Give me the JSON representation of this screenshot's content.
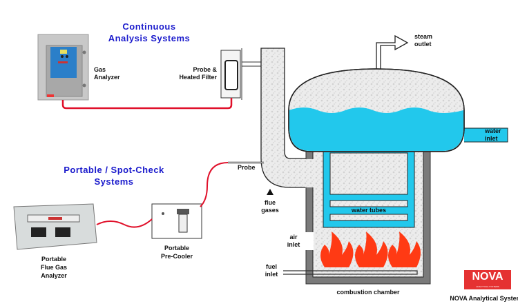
{
  "titles": {
    "continuous": [
      "Continuous",
      "Analysis Systems"
    ],
    "portable": [
      "Portable / Spot-Check",
      "Systems"
    ]
  },
  "labels": {
    "gas_analyzer": [
      "Gas",
      "Analyzer"
    ],
    "probe_filter": [
      "Probe &",
      "Heated Filter"
    ],
    "probe": "Probe",
    "flue_gases": [
      "flue",
      "gases"
    ],
    "steam_outlet": [
      "steam",
      "outlet"
    ],
    "water_inlet": [
      "water",
      "inlet"
    ],
    "water_tubes": "water tubes",
    "air_inlet": [
      "air",
      "inlet"
    ],
    "fuel_inlet": [
      "fuel",
      "inlet"
    ],
    "combustion_chamber": "combustion chamber",
    "portable_analyzer": [
      "Portable",
      "Flue Gas",
      "Analyzer"
    ],
    "pre_cooler": [
      "Portable",
      "Pre-Cooler"
    ]
  },
  "brand": {
    "logo": "NOVA",
    "logo_sub": "ANALYTICAL SYSTEMS",
    "name": "NOVA Analytical Systems"
  },
  "colors": {
    "title": "#1a1acc",
    "cable": "#e0102a",
    "water": "#22c8ec",
    "wall": "#7a7a7a",
    "flame": "#ff3a14",
    "logo": "#e53232"
  }
}
